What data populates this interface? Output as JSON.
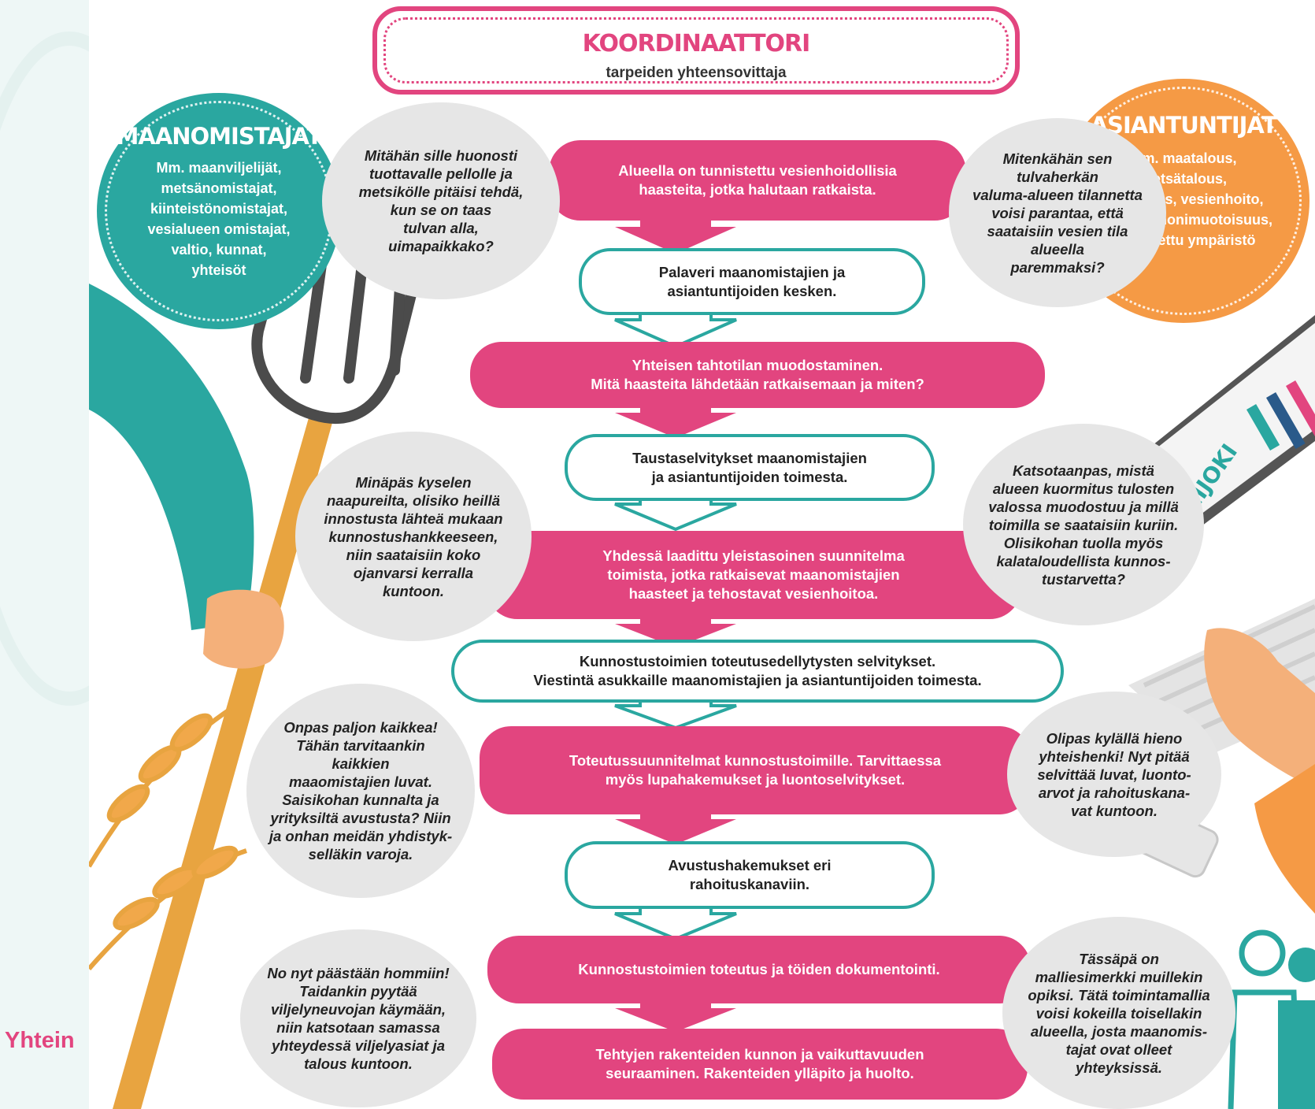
{
  "coordinator": {
    "title": "KOORDINAATTORI",
    "subtitle": "tarpeiden yhteensovittaja"
  },
  "landowners": {
    "title": "MAANOMISTAJAT",
    "lines": [
      "Mm. maanviljelijät,",
      "metsänomistajat,",
      "kiinteistönomistajat,",
      "vesialueen omistajat,",
      "valtio, kunnat,",
      "yhteisöt"
    ]
  },
  "experts": {
    "title": "ASIANTUNTIJAT",
    "lines": [
      "Mm. maatalous,",
      "metsätalous,",
      "kalatalous, vesienhoito,",
      "luonnon monimuotoisuus,",
      "rakennettu ympäristö"
    ]
  },
  "steps": [
    {
      "lines": [
        "Alueella on tunnistettu vesienhoidollisia",
        "haasteita, jotka halutaan ratkaista."
      ]
    },
    {
      "lines": [
        "Palaveri maanomistajien ja",
        "asiantuntijoiden kesken."
      ]
    },
    {
      "lines": [
        "Yhteisen tahtotilan muodostaminen.",
        "Mitä haasteita lähdetään ratkaisemaan ja miten?"
      ]
    },
    {
      "lines": [
        "Taustaselvitykset maanomistajien",
        "ja asiantuntijoiden toimesta."
      ]
    },
    {
      "lines": [
        "Yhdessä laadittu yleistasoinen suunnitelma",
        "toimista, jotka ratkaisevat maanomistajien",
        "haasteet ja tehostavat vesienhoitoa."
      ]
    },
    {
      "lines": [
        "Kunnostustoimien toteutusedellytysten selvitykset.",
        "Viestintä asukkaille maanomistajien ja asiantuntijoiden toimesta."
      ]
    },
    {
      "lines": [
        "Toteutussuunnitelmat kunnostustoimille. Tarvittaessa",
        "myös lupahakemukset ja luontoselvitykset."
      ]
    },
    {
      "lines": [
        "Avustushakemukset eri",
        "rahoituskanaviin."
      ]
    },
    {
      "lines": [
        "Kunnostustoimien toteutus ja töiden dokumentointi."
      ]
    },
    {
      "lines": [
        "Tehtyjen rakenteiden kunnon ja vaikuttavuuden",
        "seuraaminen. Rakenteiden ylläpito ja huolto."
      ]
    }
  ],
  "bubbles_left": [
    {
      "lines": [
        "Mitähän sille huonosti",
        "tuottavalle pellolle ja",
        "metsikölle pitäisi tehdä,",
        "kun se on taas",
        "tulvan alla,",
        "uimapaikkako?"
      ]
    },
    {
      "lines": [
        "Minäpäs kyselen",
        "naapureilta, olisiko heillä",
        "innostusta lähteä mukaan",
        "kunnostushankkeeseen,",
        "niin saataisiin koko",
        "ojanvarsi kerralla",
        "kuntoon."
      ]
    },
    {
      "lines": [
        "Onpas paljon kaikkea!",
        "Tähän tarvitaankin kaikkien",
        "maaomistajien luvat.",
        "Saisikohan kunnalta ja",
        "yrityksiltä avustusta? Niin",
        "ja onhan meidän yhdistyk-",
        "selläkin varoja."
      ]
    },
    {
      "lines": [
        "No nyt päästään hommiin!",
        "Taidankin pyytää",
        "viljelyneuvojan käymään,",
        "niin katsotaan samassa",
        "yhteydessä viljelyasiat ja",
        "talous kuntoon."
      ]
    }
  ],
  "bubbles_right": [
    {
      "lines": [
        "Mitenkähän sen",
        "tulvaherkän",
        "valuma-alueen tilannetta",
        "voisi parantaa, että",
        "saataisiin vesien tila",
        "alueella",
        "paremmaksi?"
      ]
    },
    {
      "lines": [
        "Katsotaanpas, mistä",
        "alueen kuormitus tulosten",
        "valossa muodostuu ja millä",
        "toimilla se saataisiin kuriin.",
        "Olisikohan tuolla myös",
        "kalataloudellista kunnos-",
        "tustarvetta?"
      ]
    },
    {
      "lines": [
        "Olipas kylällä hieno",
        "yhteishenki! Nyt pitää",
        "selvittää luvat, luonto-",
        "arvot ja rahoituskana-",
        "vat kuntoon."
      ]
    },
    {
      "lines": [
        "Tässäpä on",
        "malliesimerkki muillekin",
        "opiksi. Tätä toimintamallia",
        "voisi kokeilla toisellakin",
        "alueella, josta maanomis-",
        "tajat ovat olleet",
        "yhteyksissä."
      ]
    }
  ],
  "screen_logo": "LOIMIJOKI",
  "corner_text": "Yhtein",
  "colors": {
    "pink": "#e2457f",
    "teal": "#2aa7a0",
    "orange": "#f59a45",
    "bubble": "#e6e6e6"
  }
}
